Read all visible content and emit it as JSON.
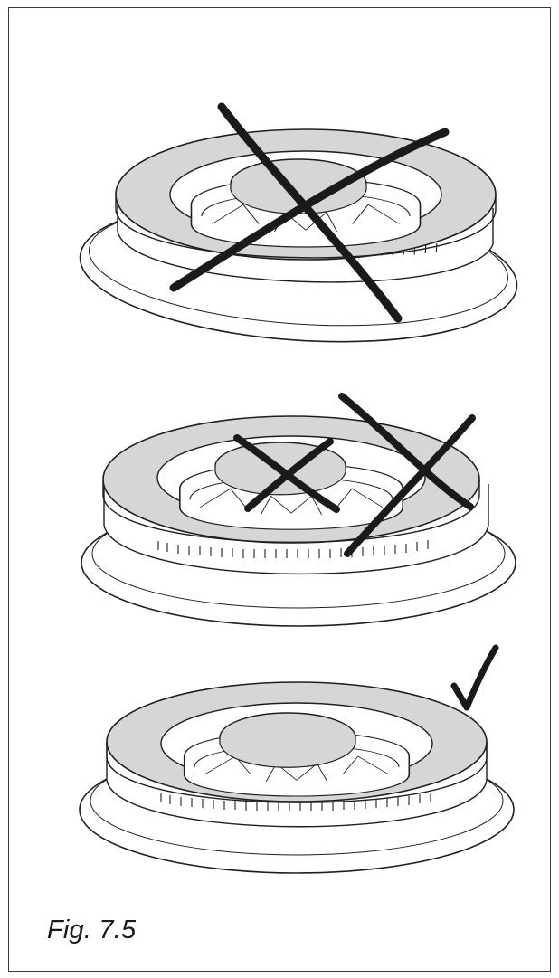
{
  "figure": {
    "caption": "Fig. 7.5",
    "colors": {
      "outline": "#1f1f1f",
      "fill_grey": "#d6d6d6",
      "fill_white": "#ffffff",
      "mark": "#1a1a1a"
    },
    "panels": [
      {
        "assembly": "incorrect",
        "mark": "cross-icon"
      },
      {
        "assembly": "incorrect",
        "mark": "cross-icon"
      },
      {
        "assembly": "correct",
        "mark": "checkmark-icon"
      }
    ]
  }
}
